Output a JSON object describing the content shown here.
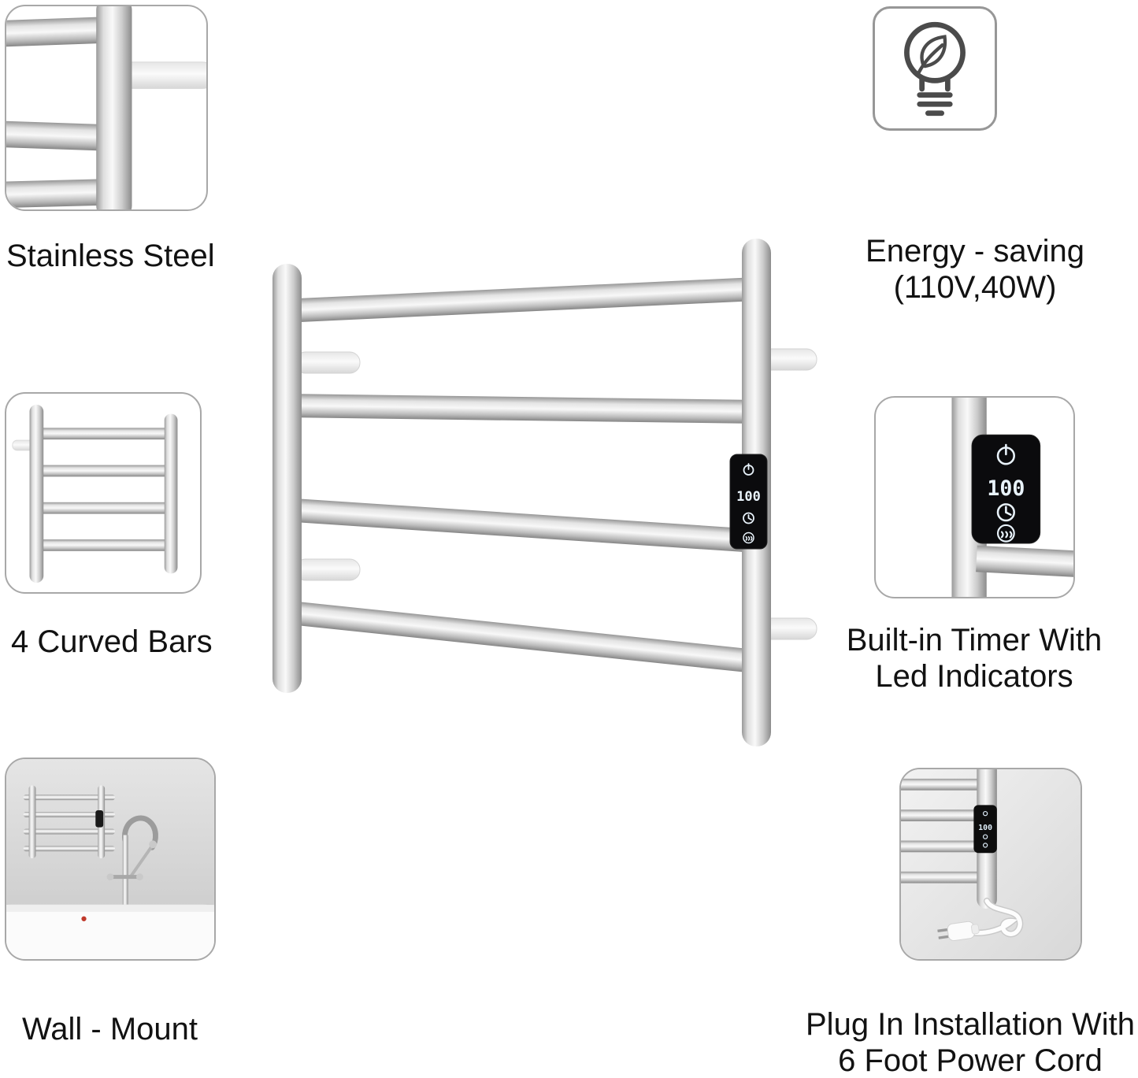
{
  "captions": {
    "stainless": "Stainless Steel",
    "energy_line1": "Energy - saving",
    "energy_line2": "(110V,40W)",
    "curved_bars": "4 Curved Bars",
    "timer_line1": "Built-in Timer With",
    "timer_line2": "Led Indicators",
    "wall_mount": "Wall - Mount",
    "plug_line1": "Plug In Installation With",
    "plug_line2": "6 Foot Power Cord"
  },
  "control_panel": {
    "display_value": "100",
    "icons": {
      "power": "power-icon",
      "timer": "clock-icon",
      "heat": "heat-icon"
    },
    "led_color": "#e9f3fb",
    "panel_color": "#0b0b0d"
  },
  "icons": {
    "energy": "lightbulb-leaf-icon"
  },
  "colors": {
    "text": "#121212",
    "box_border": "#a8a8a8",
    "icon_stroke": "#4b4b4b",
    "metal_light": "#f8f8f8",
    "metal_dark": "#8c8c8c"
  }
}
